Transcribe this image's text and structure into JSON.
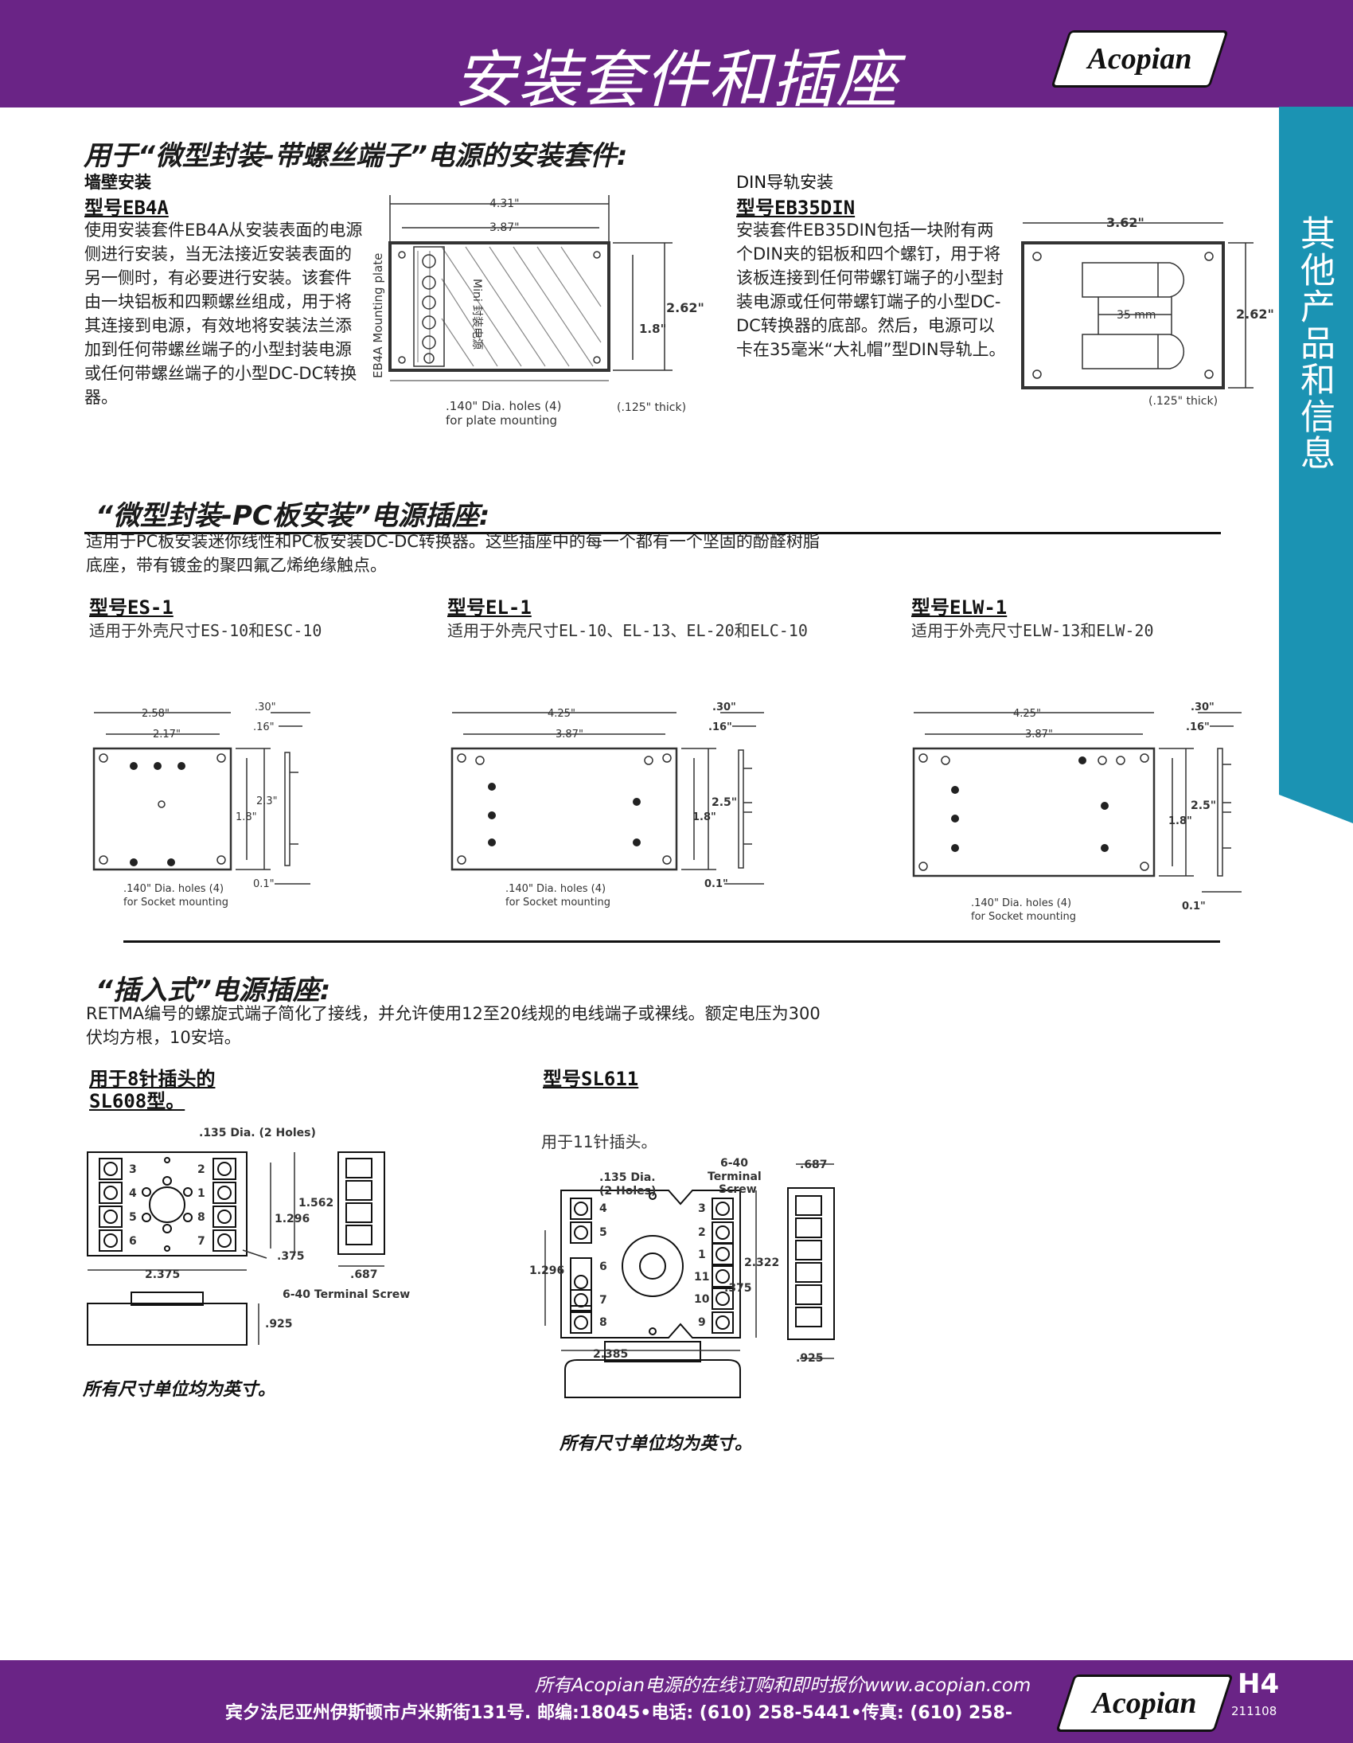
{
  "header": {
    "title": "安装套件和插座",
    "logo": "Acopian"
  },
  "side_tab": {
    "label": "其他产品和信息"
  },
  "section1": {
    "title": "用于“微型封装-带螺丝端子”电源的安装套件:",
    "wall": {
      "subtitle": "墙壁安装",
      "model": "型号EB4A",
      "description": "使用安装套件EB4A从安装表面的电源侧进行安装，当无法接近安装表面的另一侧时，有必要进行安装。该套件由一块铝板和四颗螺丝组成，用于将其连接到电源，有效地将安装法兰添加到任何带螺丝端子的小型封装电源或任何带螺丝端子的小型DC-DC转换器。",
      "fig": {
        "dim_width": "4.31\"",
        "dim_inner": "3.87\"",
        "dim_height": "2.62\"",
        "dim_inner_h": "1.8\"",
        "plate_label": "EB4A Mounting plate",
        "unit_label": "Mini 封装电源",
        "holes": ".140\" Dia. holes (4)",
        "holes2": "for plate mounting",
        "thick": "(.125\" thick)"
      }
    },
    "din": {
      "subtitle": "DIN导轨安装",
      "model": "型号EB35DIN",
      "description": "安装套件EB35DIN包括一块附有两个DIN夹的铝板和四个螺钉，用于将该板连接到任何带螺钉端子的小型封装电源或任何带螺钉端子的小型DC-DC转换器的底部。然后，电源可以卡在35毫米“大礼帽”型DIN导轨上。",
      "fig": {
        "dim_width": "3.62\"",
        "dim_height": "2.62\"",
        "dim_rail": "35 mm",
        "thick": "(.125\" thick)"
      }
    }
  },
  "section2": {
    "title": "“微型封装-PC板安装”电源插座:",
    "description": "适用于PC板安装迷你线性和PC板安装DC-DC转换器。这些插座中的每一个都有一个坚固的酚醛树脂底座，带有镀金的聚四氟乙烯绝缘触点。",
    "sockets": [
      {
        "model": "型号ES-1",
        "fits": "适用于外壳尺寸ES-10和ESC-10",
        "w": "2.58\"",
        "iw": "2.17\"",
        "h": "2.3\"",
        "ih": "1.8\"",
        "t1": ".30\"",
        "t2": ".16\"",
        "t3": "0.1\"",
        "holes": ".140\" Dia. holes (4)",
        "holes2": "for Socket mounting"
      },
      {
        "model": "型号EL-1",
        "fits": "适用于外壳尺寸EL-10、EL-13、EL-20和ELC-10",
        "w": "4.25\"",
        "iw": "3.87\"",
        "h": "2.5\"",
        "ih": "1.8\"",
        "t1": ".30\"",
        "t2": ".16\"",
        "t3": "0.1\"",
        "holes": ".140\" Dia. holes (4)",
        "holes2": "for Socket mounting"
      },
      {
        "model": "型号ELW-1",
        "fits": "适用于外壳尺寸ELW-13和ELW-20",
        "w": "4.25\"",
        "iw": "3.87\"",
        "h": "2.5\"",
        "ih": "1.8\"",
        "t1": ".30\"",
        "t2": ".16\"",
        "t3": "0.1\"",
        "holes": ".140\" Dia. holes (4)",
        "holes2": "for Socket mounting"
      }
    ]
  },
  "section3": {
    "title": "“插入式”电源插座:",
    "description": "RETMA编号的螺旋式端子简化了接线，并允许使用12至20线规的电线端子或裸线。额定电压为300伏均方根，10安培。",
    "sl608": {
      "heading_line1": "用于8针插头的",
      "heading_line2": "SL608型。",
      "fig": {
        "dia": ".135 Dia. (2 Holes)",
        "d1": "1.562",
        "d2": "1.296",
        "d3": ".375",
        "d4": "2.375",
        "d5": ".687",
        "d6": ".925",
        "screw": "6-40 Terminal Screw",
        "pins": [
          "3",
          "2",
          "4",
          "1",
          "5",
          "8",
          "6",
          "7"
        ]
      },
      "note": "所有尺寸单位均为英寸。"
    },
    "sl611": {
      "model": "型号SL611",
      "fits": "用于11针插头。",
      "fig": {
        "dia": ".135 Dia.",
        "dia2": "(2 Holes)",
        "screw1": "6-40",
        "screw2": "Terminal",
        "screw3": "Screw",
        "d1": ".687",
        "d2": "1.296",
        "d3": "2.322",
        "d4": ".375",
        "d5": "2.385",
        "d6": ".925",
        "pins": [
          "4",
          "3",
          "5",
          "2",
          "6",
          "1",
          "11",
          "7",
          "10",
          "8",
          "9"
        ]
      },
      "note": "所有尺寸单位均为英寸。"
    }
  },
  "footer": {
    "line1": "所有Acopian电源的在线订购和即时报价www.acopian.com",
    "line2": "宾夕法尼亚州伊斯顿市卢米斯街131号. 邮编:18045•电话: (610) 258-5441•传真: (610) 258-",
    "page": "H4",
    "code": "211108"
  },
  "colors": {
    "brand_purple": "#6a2486",
    "tab_teal": "#1b93b3"
  }
}
